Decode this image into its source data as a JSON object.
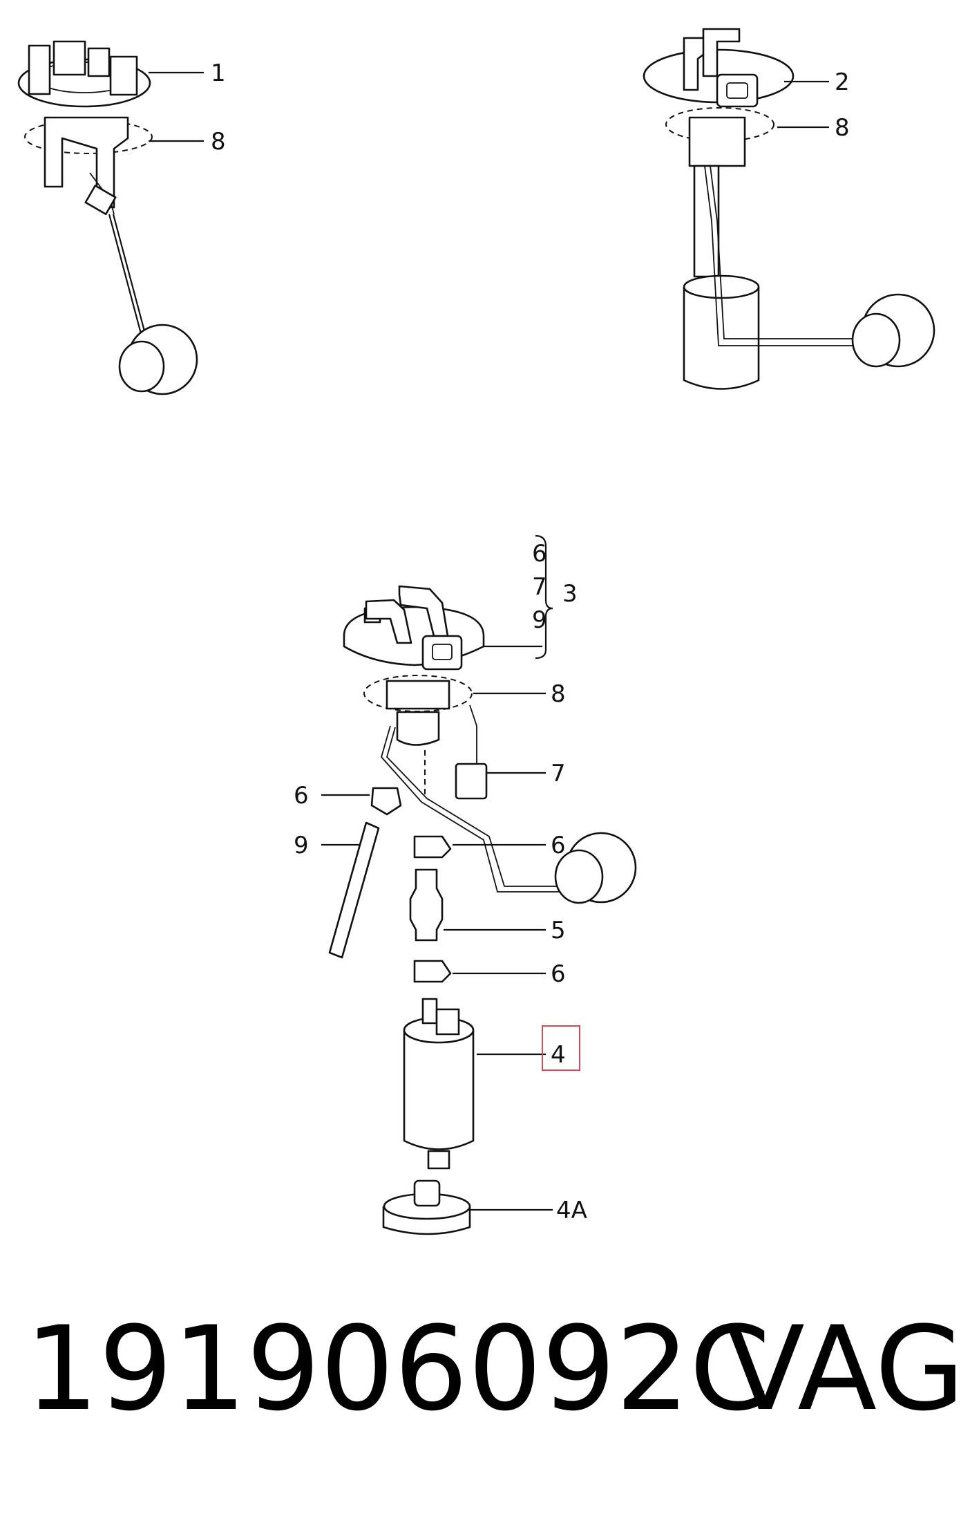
{
  "diagram": {
    "labels": {
      "sender_1": "1",
      "sender_1_seal": "8",
      "sender_2": "2",
      "sender_2_seal": "8",
      "bracket_6": "6",
      "bracket_7": "7",
      "bracket_9": "9",
      "bracket_group": "3",
      "main_seal": "8",
      "connector": "7",
      "left_clamp": "6",
      "hose": "9",
      "upper_clamp": "6",
      "fuel_hose_5": "5",
      "lower_clamp": "6",
      "pump": "4",
      "pump_base": "4A"
    },
    "highlight_color": "#d04a5a"
  },
  "footer": {
    "part_number": "191906092C",
    "brand": "VAG"
  }
}
